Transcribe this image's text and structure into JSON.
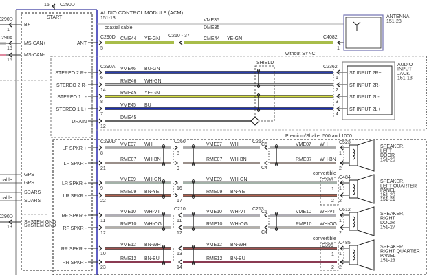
{
  "top_connector": {
    "pin": "15",
    "id": "C290D"
  },
  "module": {
    "title": "AUDIO CONTROL MODULE (ACM)",
    "ref": "151-13",
    "start_label": "START"
  },
  "left_pins": [
    {
      "label": "B+",
      "conn": "C290D",
      "pin": "1"
    },
    {
      "label": "MS-CAN+",
      "conn": "C290A",
      "pin": "15"
    },
    {
      "label": "MS-CAN-",
      "conn": "",
      "pin": "16"
    },
    {
      "label": "GPS",
      "cable": ""
    },
    {
      "label": "GPS",
      "cable": "cable"
    },
    {
      "label": "SDARS",
      "cable": ""
    },
    {
      "label": "SDARS",
      "cable": "cable"
    },
    {
      "label": "SYSTEM GND",
      "conn": "C290D",
      "pin": "13"
    }
  ],
  "antenna": {
    "coax_label": "coaxial cable",
    "coax_circuits": [
      "VME35",
      "DME35"
    ],
    "module_pin_label": "ANT",
    "module_conn": "C290D",
    "module_pin": "5",
    "segments": [
      {
        "circuit": "CME44",
        "color_code": "YE-GN"
      },
      {
        "circuit": "CME44",
        "color_code": "YE-GN"
      }
    ],
    "inline_conn": "C210 - 37",
    "end_conn": "C4082",
    "end_pin": "1",
    "wire_color": "#a8bd4a",
    "device_name": "ANTENNA",
    "device_ref": "151-28"
  },
  "stereo": {
    "option_label": "without SYNC",
    "module_conn": "C290A",
    "shield_label": "SHIELD",
    "jack_conn": "C2362",
    "jack_name": [
      "AUDIO",
      "INPUT",
      "JACK",
      "151-13"
    ],
    "rows": [
      {
        "label": "STEREO 2 R+",
        "pin": "6",
        "circuit": "VME46",
        "color_code": "BU-GN",
        "color": "#2a3fb0",
        "jack_pin": "1",
        "jack_label": "ST INPUT 2R+"
      },
      {
        "label": "STEREO 2 R-",
        "pin": "14",
        "circuit": "RME46",
        "color_code": "WH-GN",
        "color": "#c8c8c8",
        "jack_pin": "2",
        "jack_label": "ST INPUT 2R-"
      },
      {
        "label": "STEREO 1 L-",
        "pin": "8",
        "circuit": "RME45",
        "color_code": "YE-GN",
        "color": "#d8e040",
        "jack_pin": "3",
        "jack_label": "ST INPUT 2L-"
      },
      {
        "label": "STEREO 1 L+",
        "pin": "7",
        "circuit": "VME45",
        "color_code": "BU",
        "color": "#1c2fb0",
        "jack_pin": "4",
        "jack_label": "ST INPUT 2L+"
      },
      {
        "label": "DRAIN",
        "pin": "12",
        "circuit": "DME45",
        "color_code": "",
        "color": "#777777"
      }
    ]
  },
  "speakers": {
    "option_label": "Premium/Shaker 500 and 1000",
    "module_conn": "C290D",
    "groups": [
      {
        "name": [
          "SPEAKER,",
          "LEFT",
          "DOOR",
          "151-26"
        ],
        "end_conn": "C523",
        "mid_conn": "C260",
        "mid_dir": "right",
        "far_conn": "C214",
        "far_pins": [
          "C5",
          "C4"
        ],
        "convertible": null,
        "rows": [
          {
            "label": "LF SPKR +",
            "pin": "8",
            "circuit": "VME07",
            "color_code": "WH",
            "mid_pin": "8",
            "end_pin": "1",
            "color": "#bdbdbd"
          },
          {
            "label": "LF SPKR -",
            "pin": "21",
            "circuit": "RME07",
            "color_code": "WH-BN",
            "mid_pin": "9",
            "end_pin": "2",
            "color": "#9a8f8a"
          }
        ]
      },
      {
        "name": [
          "SPEAKER,",
          "LEFT QUARTER",
          "PANEL",
          "151-20",
          "151-21"
        ],
        "end_conn": "C484",
        "mid_conn": "",
        "mid_dir": "right",
        "far_conn": null,
        "convertible": {
          "label": "convertible",
          "conn": "C395",
          "pins": [
            "1",
            "2"
          ]
        },
        "rows": [
          {
            "label": "LR SPKR +",
            "pin": "9",
            "circuit": "VME09",
            "color_code": "WH-GN",
            "mid_pin": "16",
            "end_pin": "1",
            "color": "#b9ccbf"
          },
          {
            "label": "LR SPKR -",
            "pin": "22",
            "circuit": "RME09",
            "color_code": "BN-YE",
            "mid_pin": "17",
            "end_pin": "2",
            "color": "#b0604e"
          }
        ]
      },
      {
        "name": [
          "SPEAKER,",
          "RIGHT",
          "DOOR",
          "151-27"
        ],
        "end_conn": "C612",
        "mid_conn": "C210",
        "mid_dir": "left",
        "far_conn": "C213",
        "far_pins": [
          "C5",
          "C4"
        ],
        "convertible": null,
        "rows": [
          {
            "label": "RF SPKR +",
            "pin": "11",
            "circuit": "VME10",
            "color_code": "WH-VT",
            "mid_pin": "11",
            "end_pin": "1",
            "color": "#c9c6cf"
          },
          {
            "label": "RF SPKR -",
            "pin": "12",
            "circuit": "RME10",
            "color_code": "WH-OG",
            "mid_pin": "12",
            "end_pin": "2",
            "color": "#cfc9bd"
          }
        ]
      },
      {
        "name": [
          "SPEAKER,",
          "RIGHT QUARTER",
          "PANEL",
          "151-23"
        ],
        "end_conn": "C485",
        "mid_conn": "",
        "mid_dir": "left",
        "far_conn": null,
        "convertible": {
          "label": "convertible",
          "conn": "C396",
          "pins": [
            "1",
            "2"
          ]
        },
        "rows": [
          {
            "label": "RR SPKR +",
            "pin": "10",
            "circuit": "VME12",
            "color_code": "BN-WH",
            "mid_pin": "13",
            "end_pin": "1",
            "color": "#a0504e"
          },
          {
            "label": "RR SPKR -",
            "pin": "23",
            "circuit": "RME12",
            "color_code": "BN-BU",
            "mid_pin": "14",
            "end_pin": "2",
            "color": "#8a3a52"
          }
        ]
      }
    ]
  }
}
